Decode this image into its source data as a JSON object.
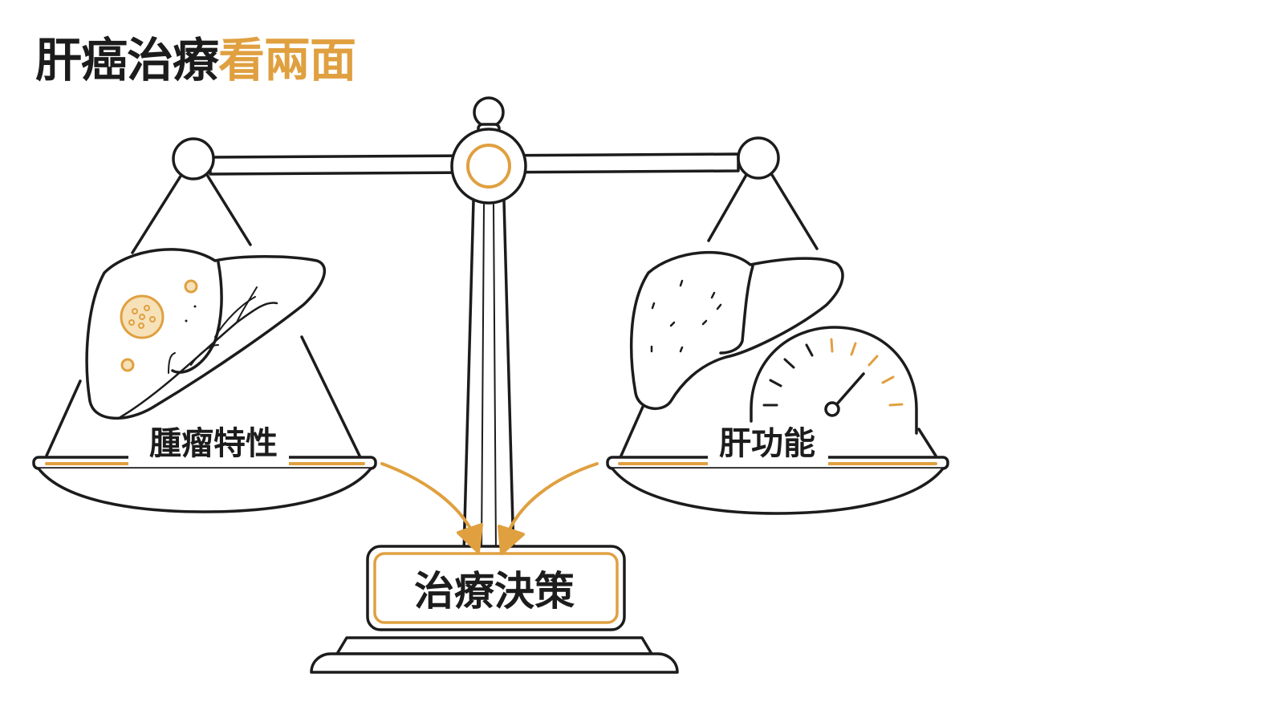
{
  "title": {
    "part1": "肝癌治療",
    "part2": "看兩面"
  },
  "left_pan": {
    "label": "腫瘤特性"
  },
  "right_pan": {
    "label": "肝功能"
  },
  "decision": {
    "label": "治療決策"
  },
  "colors": {
    "ink": "#1c1c1c",
    "accent": "#e0a040",
    "background": "#ffffff"
  },
  "icons": {
    "left": "liver-with-tumor-icon",
    "right": "liver-with-gauge-icon",
    "center": "balance-scale-icon"
  }
}
